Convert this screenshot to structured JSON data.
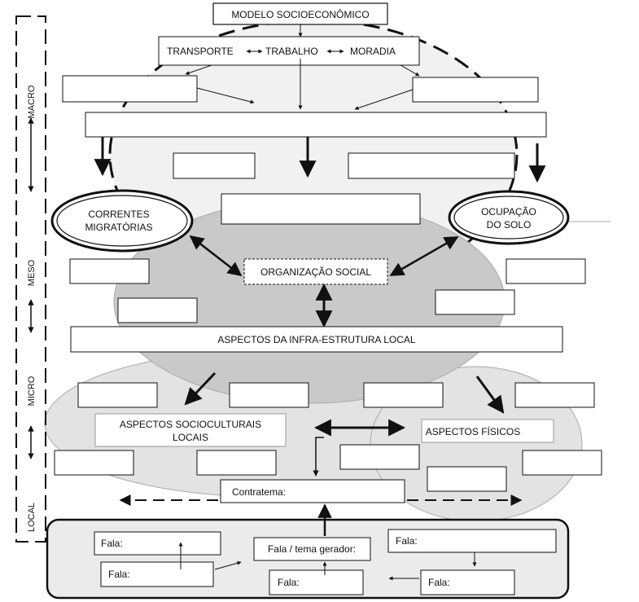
{
  "diagram": {
    "modelo": "MODELO SOCIOECONÔMICO",
    "transporte": "TRANSPORTE",
    "trabalho": "TRABALHO",
    "moradia": "MORADIA",
    "correntes_line1": "CORRENTES",
    "correntes_line2": "MIGRATÓRIAS",
    "ocupacao_line1": "OCUPAÇÃO",
    "ocupacao_line2": "DO SOLO",
    "organizacao": "ORGANIZAÇÃO SOCIAL",
    "infra": "ASPECTOS DA INFRA-ESTRUTURA LOCAL",
    "socio_line1": "ASPECTOS SOCIOCULTURAIS",
    "socio_line2": "LOCAIS",
    "fisicos": "ASPECTOS FÍSICOS",
    "contratema": "Contratema:",
    "tema_gerador": "Fala / tema gerador:",
    "falas": [
      "Fala:",
      "Fala:",
      "Fala:",
      "Fala:",
      "Fala:"
    ]
  },
  "scale": {
    "macro": "MACRO",
    "meso": "MESO",
    "micro": "MICRO",
    "local": "LOCAL"
  }
}
